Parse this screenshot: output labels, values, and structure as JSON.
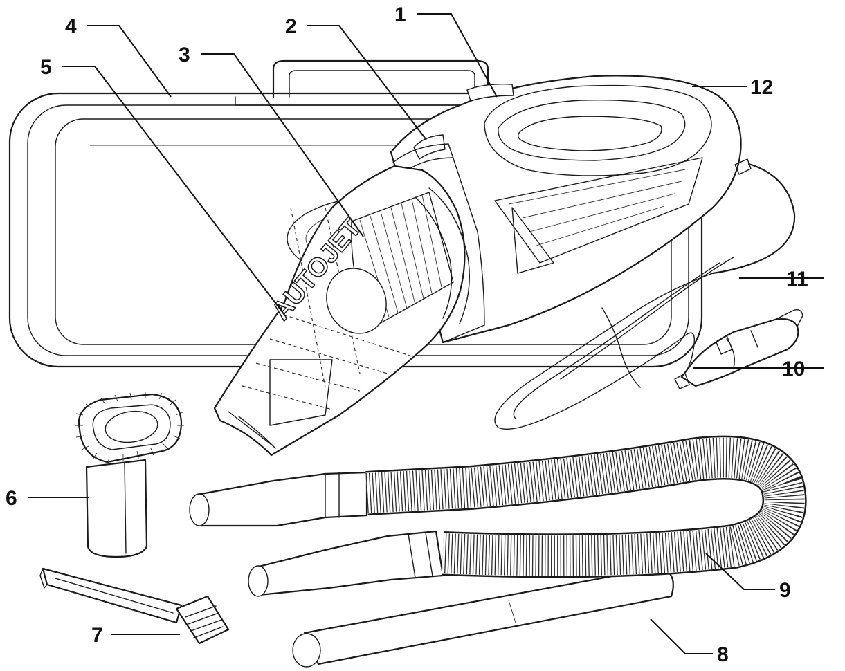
{
  "diagram": {
    "brand_text": "AUTOJET",
    "callouts": [
      {
        "id": "1",
        "text": "1"
      },
      {
        "id": "2",
        "text": "2"
      },
      {
        "id": "3",
        "text": "3"
      },
      {
        "id": "4",
        "text": "4"
      },
      {
        "id": "5",
        "text": "5"
      },
      {
        "id": "6",
        "text": "6"
      },
      {
        "id": "7",
        "text": "7"
      },
      {
        "id": "8",
        "text": "8"
      },
      {
        "id": "9",
        "text": "9"
      },
      {
        "id": "10",
        "text": "10"
      },
      {
        "id": "11",
        "text": "11"
      },
      {
        "id": "12",
        "text": "12"
      }
    ]
  }
}
